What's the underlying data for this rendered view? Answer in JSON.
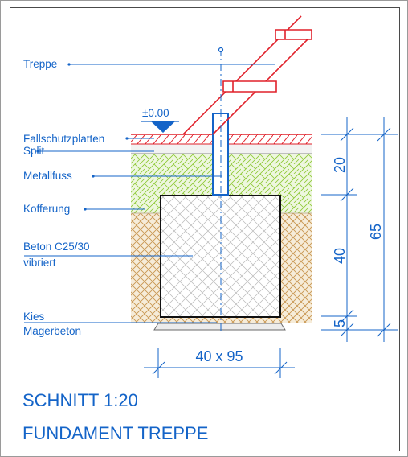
{
  "labels": {
    "treppe": "Treppe",
    "level": "±0.00",
    "fallschutz": "Fallschutzplatten",
    "split": "Split",
    "metallfuss": "Metallfuss",
    "kofferung": "Kofferung",
    "beton_line1": "Beton C25/30",
    "beton_line2": "vibriert",
    "kies": "Kies",
    "magerbeton": "Magerbeton"
  },
  "dimensions": {
    "d20": "20",
    "d40": "40",
    "d5": "5",
    "d65": "65",
    "width": "40 x 95"
  },
  "title": {
    "line1": "SCHNITT   1:20",
    "line2": "FUNDAMENT  TREPPE"
  },
  "colors": {
    "annotation": "#1464c8",
    "stair": "#e0202a",
    "gravel_hatch": "#8cc832",
    "kies_hatch": "#c89650",
    "concrete": "#111111"
  }
}
